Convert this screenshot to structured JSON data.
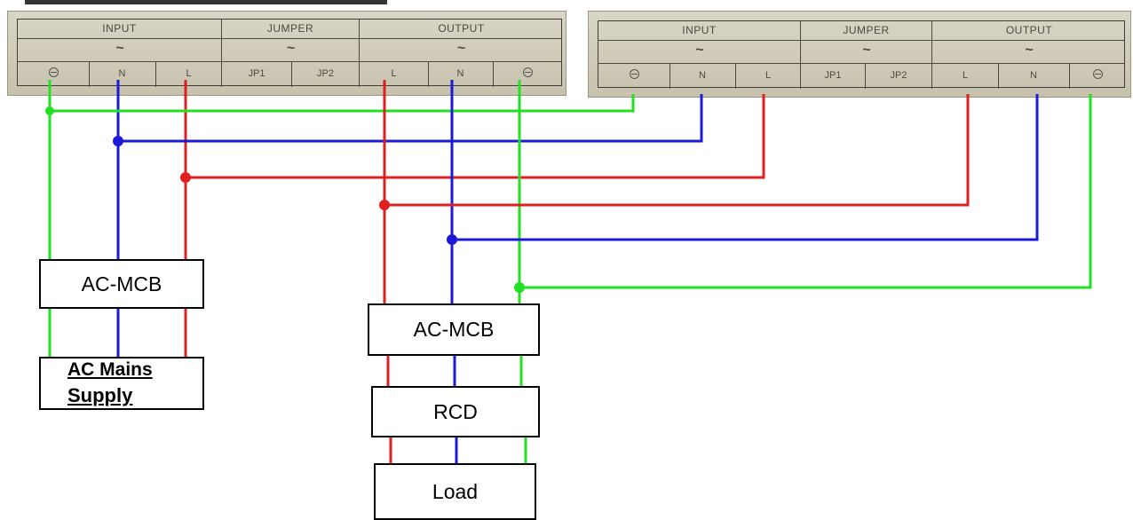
{
  "colors": {
    "earth": "#22e022",
    "neutral": "#1a1ad8",
    "live": "#e02020",
    "box_border": "#000000"
  },
  "left_panel": {
    "headers": {
      "input": "INPUT",
      "jumper": "JUMPER",
      "output": "OUTPUT"
    },
    "tilde": "~",
    "terminals": {
      "n": "N",
      "l": "L",
      "jp1": "JP1",
      "jp2": "JP2",
      "out_l": "L",
      "out_n": "N"
    }
  },
  "right_panel": {
    "headers": {
      "input": "INPUT",
      "jumper": "JUMPER",
      "output": "OUTPUT"
    },
    "tilde": "~",
    "terminals": {
      "n": "N",
      "l": "L",
      "jp1": "JP1",
      "jp2": "JP2",
      "out_l": "L",
      "out_n": "N"
    }
  },
  "boxes": {
    "left_mcb": "AC-MCB",
    "ac_mains_line1": "AC Mains",
    "ac_mains_line2": "Supply",
    "right_mcb": "AC-MCB",
    "rcd": "RCD",
    "load": "Load"
  }
}
